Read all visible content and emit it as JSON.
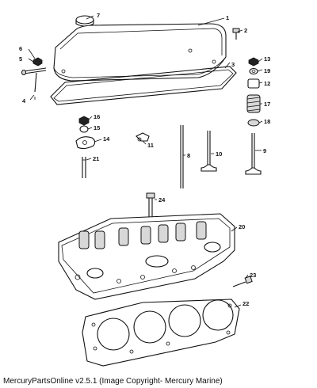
{
  "caption": "MercuryPartsOnline v2.5.1 (Image Copyright- Mercury Marine)",
  "callouts": [
    "1",
    "2",
    "3",
    "4",
    "5",
    "6",
    "7",
    "8",
    "9",
    "10",
    "11",
    "12",
    "13",
    "14",
    "15",
    "16",
    "17",
    "18",
    "19",
    "20",
    "21",
    "22",
    "23",
    "24"
  ]
}
